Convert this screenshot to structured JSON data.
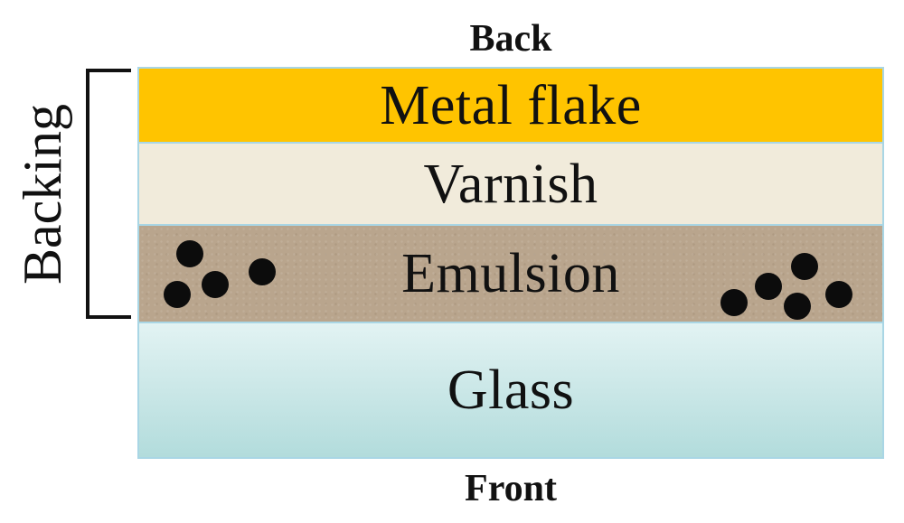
{
  "labels": {
    "top": "Back",
    "bottom": "Front",
    "bracket": "Backing"
  },
  "layers": [
    {
      "id": "metal-flake",
      "label": "Metal flake",
      "color": "#ffc400"
    },
    {
      "id": "varnish",
      "label": "Varnish",
      "color": "#f1ebdb"
    },
    {
      "id": "emulsion",
      "label": "Emulsion",
      "color": "#b9a58d"
    },
    {
      "id": "glass",
      "label": "Glass",
      "color": "#c8e6e6"
    }
  ],
  "colors": {
    "layer_border": "#a9d6e5",
    "grain": "#0c0c0c",
    "text": "#111111"
  }
}
